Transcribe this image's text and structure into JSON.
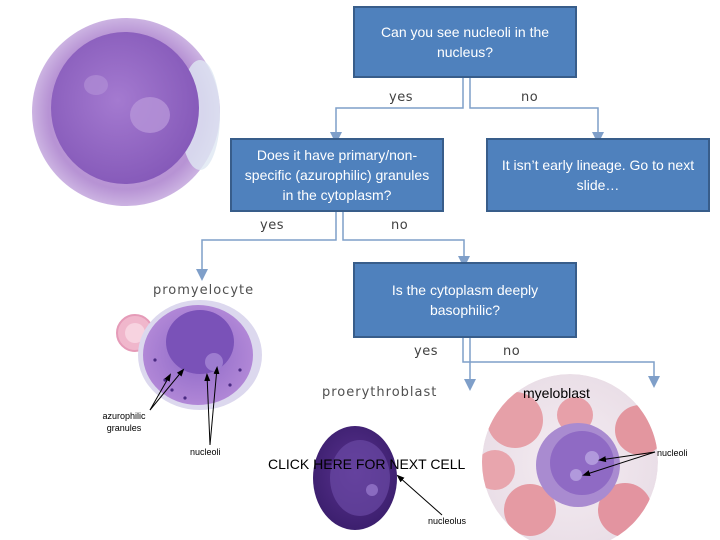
{
  "q1": {
    "text": "Can you see nucleoli in the nucleus?",
    "yes": "yes",
    "no": "no"
  },
  "q2": {
    "text": "Does it have primary/non-specific (azurophilic) granules in the cytoplasm?",
    "yes": "yes",
    "no": "no"
  },
  "nolineage": {
    "text": "It isn’t early lineage. Go to next slide…"
  },
  "q3": {
    "text": "Is the cytoplasm deeply basophilic?",
    "yes": "yes",
    "no": "no"
  },
  "cells": {
    "promyelocyte": "promyelocyte",
    "proerythroblast": "proerythroblast",
    "myeloblast": "myeloblast"
  },
  "annotations": {
    "azurophilic": "azurophilic granules",
    "nucleoli_left": "nucleoli",
    "nucleolus": "nucleolus",
    "nucleoli_right": "nucleoli"
  },
  "next_link": "CLICK HERE FOR NEXT CELL",
  "colors": {
    "box_fill": "#4f81bd",
    "box_border": "#385d8a",
    "connector": "#7f9fc9"
  }
}
